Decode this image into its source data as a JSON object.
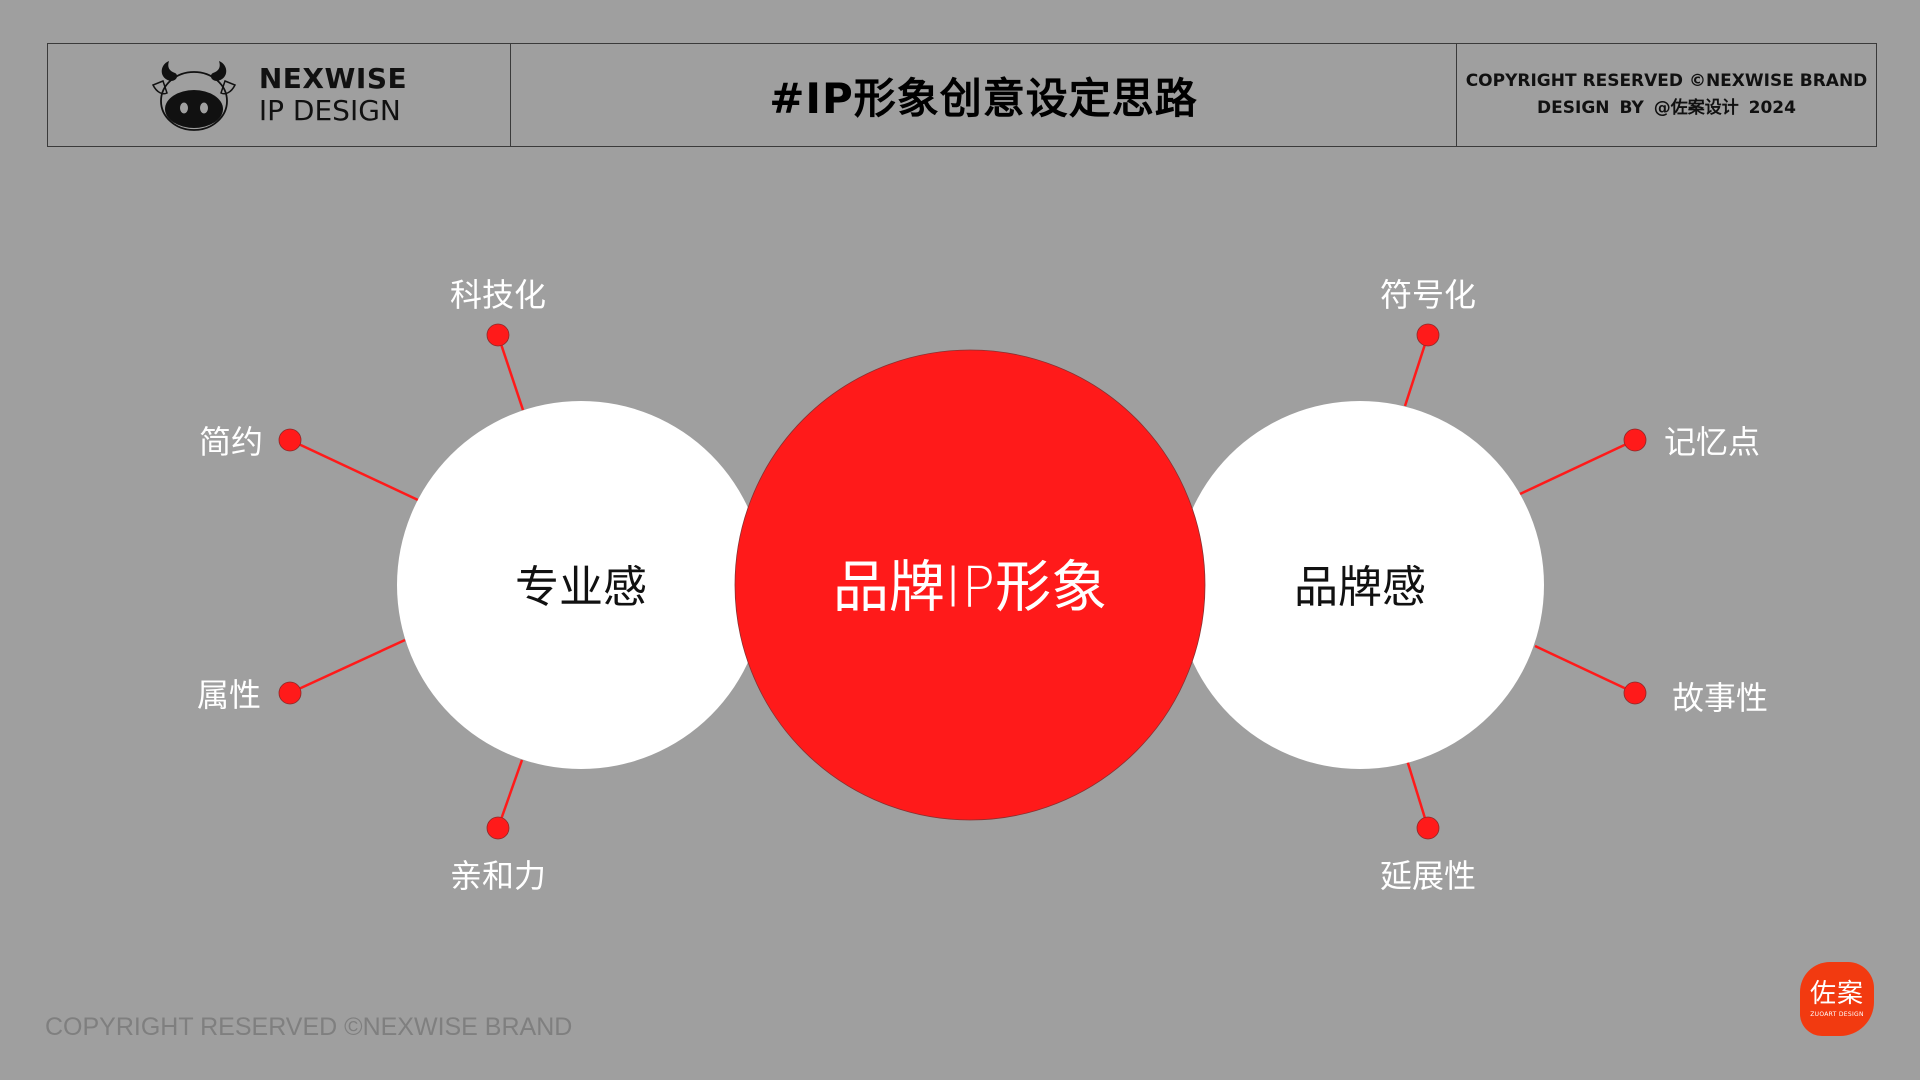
{
  "header": {
    "brand_name": "NEXWISE",
    "brand_sub": "IP DESIGN",
    "logo_icon": "cow-head-icon",
    "title": "#IP形象创意设定思路",
    "copyright_line1": "COPYRIGHT RESERVED ©NEXWISE BRAND",
    "copyright_line2": "DESIGN BY  @佐案设计   2024"
  },
  "diagram": {
    "center": {
      "label": "品牌IP形象",
      "color": "#ff1a1a"
    },
    "left": {
      "label": "专业感",
      "nodes": [
        "科技化",
        "简约",
        "属性",
        "亲和力"
      ]
    },
    "right": {
      "label": "品牌感",
      "nodes": [
        "符号化",
        "记忆点",
        "故事性",
        "延展性"
      ]
    },
    "colors": {
      "background": "#9f9f9f",
      "side_circle": "#ffffff",
      "accent": "#ff1a1a"
    }
  },
  "footer": {
    "copyright": "COPYRIGHT RESERVED ©NEXWISE BRAND",
    "badge_title": "佐案",
    "badge_sub": "ZUOART DESIGN",
    "badge_color": "#f23a10"
  }
}
